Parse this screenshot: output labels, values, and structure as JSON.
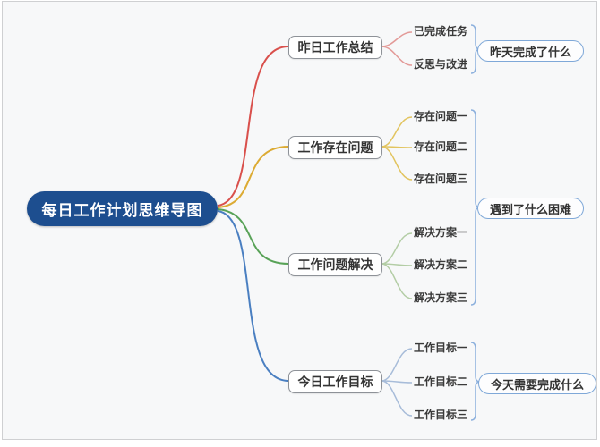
{
  "root": {
    "label": "每日工作计划思维导图",
    "bg_color": "#1d4e8f",
    "text_color": "#ffffff"
  },
  "branches": [
    {
      "label": "昨日工作总结",
      "color": "#d9504c",
      "leaf_color": "#e39a98",
      "children": [
        {
          "label": "已完成任务"
        },
        {
          "label": "反思与改进"
        }
      ]
    },
    {
      "label": "工作存在问题",
      "color": "#dcab34",
      "leaf_color": "#e2c45f",
      "children": [
        {
          "label": "存在问题一"
        },
        {
          "label": "存在问题二"
        },
        {
          "label": "存在问题三"
        }
      ]
    },
    {
      "label": "工作问题解决",
      "color": "#58a257",
      "leaf_color": "#b3cda5",
      "children": [
        {
          "label": "解决方案一"
        },
        {
          "label": "解决方案二"
        },
        {
          "label": "解决方案三"
        }
      ]
    },
    {
      "label": "今日工作目标",
      "color": "#4a7fc1",
      "leaf_color": "#a7bcd9",
      "children": [
        {
          "label": "工作目标一"
        },
        {
          "label": "工作目标二"
        },
        {
          "label": "工作目标三"
        }
      ]
    }
  ],
  "notes": [
    {
      "label": "昨天完成了什么"
    },
    {
      "label": "遇到了什么困难"
    },
    {
      "label": "今天需要完成什么"
    }
  ],
  "brace_color": "#8cb0dd"
}
